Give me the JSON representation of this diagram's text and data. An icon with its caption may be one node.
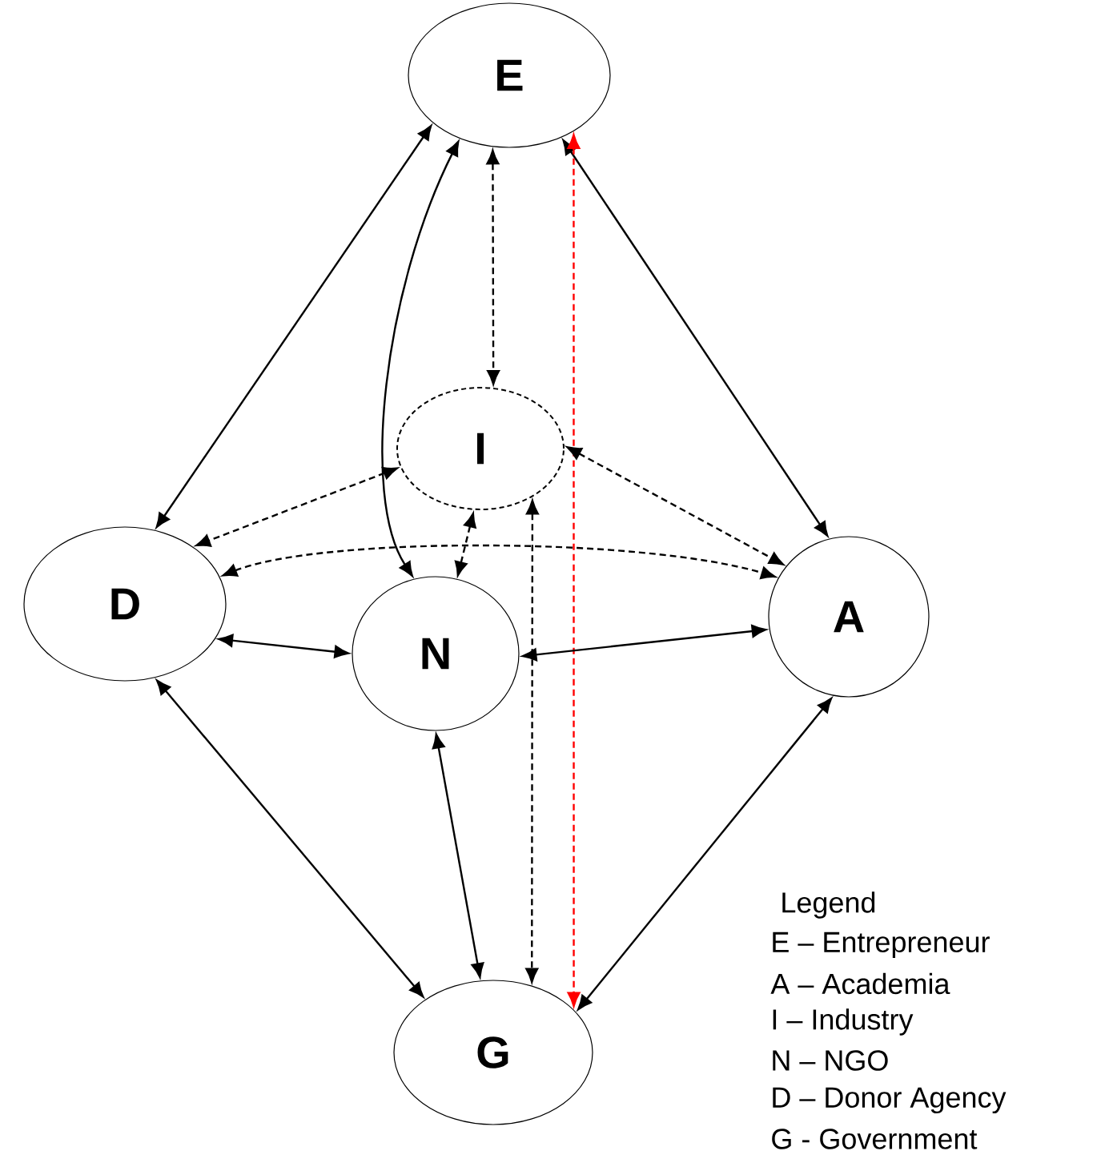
{
  "diagram": {
    "nodes": [
      {
        "text": [
          "E"
        ]
      },
      {
        "text": [
          "I"
        ]
      },
      {
        "text": [
          "D"
        ]
      },
      {
        "text": [
          "N"
        ]
      },
      {
        "text": [
          "A"
        ]
      },
      {
        "text": [
          "G"
        ]
      }
    ],
    "edges": [
      {
        "from": 0,
        "to": 2,
        "arrow": "both"
      },
      {
        "from": 0,
        "to": 4,
        "arrow": "both"
      },
      {
        "from": 0,
        "to": 3,
        "arrow": "both"
      },
      {
        "from": 0,
        "to": 1,
        "arrow": "both",
        "style": "dashed"
      },
      {
        "from": 0,
        "to": 5,
        "arrow": "both",
        "style": "dashed",
        "color": "#ff0000"
      },
      {
        "from": 1,
        "to": 2,
        "arrow": "both",
        "style": "dashed"
      },
      {
        "from": 1,
        "to": 4,
        "arrow": "both",
        "style": "dashed"
      },
      {
        "from": 1,
        "to": 3,
        "arrow": "both",
        "style": "dashed"
      },
      {
        "from": 1,
        "to": 5,
        "arrow": "both",
        "style": "dashed"
      },
      {
        "from": 2,
        "to": 4,
        "arrow": "both",
        "style": "dashed"
      },
      {
        "from": 2,
        "to": 3,
        "arrow": "both"
      },
      {
        "from": 3,
        "to": 4,
        "arrow": "both"
      },
      {
        "from": 2,
        "to": 5,
        "arrow": "both"
      },
      {
        "from": 3,
        "to": 5,
        "arrow": "both"
      },
      {
        "from": 4,
        "to": 5,
        "arrow": "both"
      }
    ],
    "labels": [
      "Legend",
      "E – Entrepreneur",
      "A – Academia",
      "I – Industry",
      "N – NGO",
      "D – Donor Agency",
      "G - Government"
    ]
  }
}
